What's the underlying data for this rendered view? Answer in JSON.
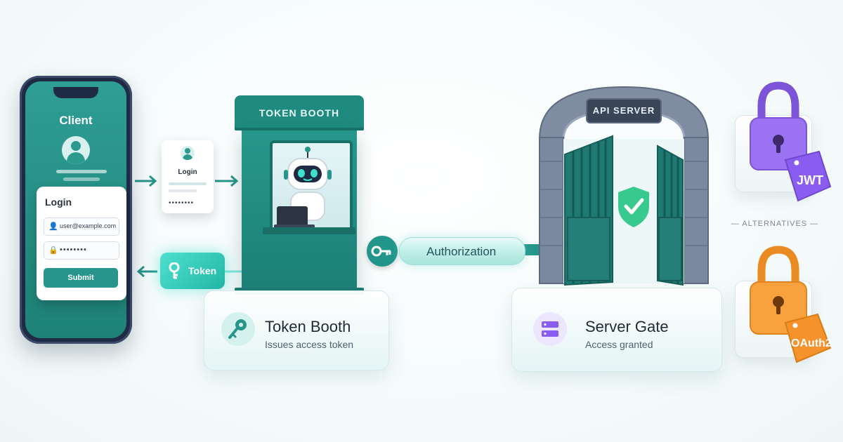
{
  "client": {
    "title": "Client",
    "login_title": "Login",
    "email_value": "user@example.com",
    "password_value": "••••••••",
    "submit_label": "Submit"
  },
  "mini_login": {
    "title": "Login",
    "password_value": "••••••••"
  },
  "token_chip": {
    "label": "Token"
  },
  "booth": {
    "sign": "TOKEN BOOTH",
    "card_title": "Token Booth",
    "card_subtitle": "Issues access token"
  },
  "authorization": {
    "label": "Authorization"
  },
  "gate": {
    "sign": "API SERVER",
    "card_title": "Server Gate",
    "card_subtitle": "Access granted"
  },
  "alternatives": {
    "label": "— ALTERNATIVES —",
    "items": [
      {
        "tag": "JWT",
        "color": "#8a5cf0"
      },
      {
        "tag": "OAuth2",
        "color": "#f4922b"
      }
    ]
  },
  "colors": {
    "teal": "#27958b",
    "teal_dark": "#1d8077",
    "glow": "#4ee0cf",
    "gate_stone": "#7b89a0",
    "check_green": "#37c98d"
  }
}
